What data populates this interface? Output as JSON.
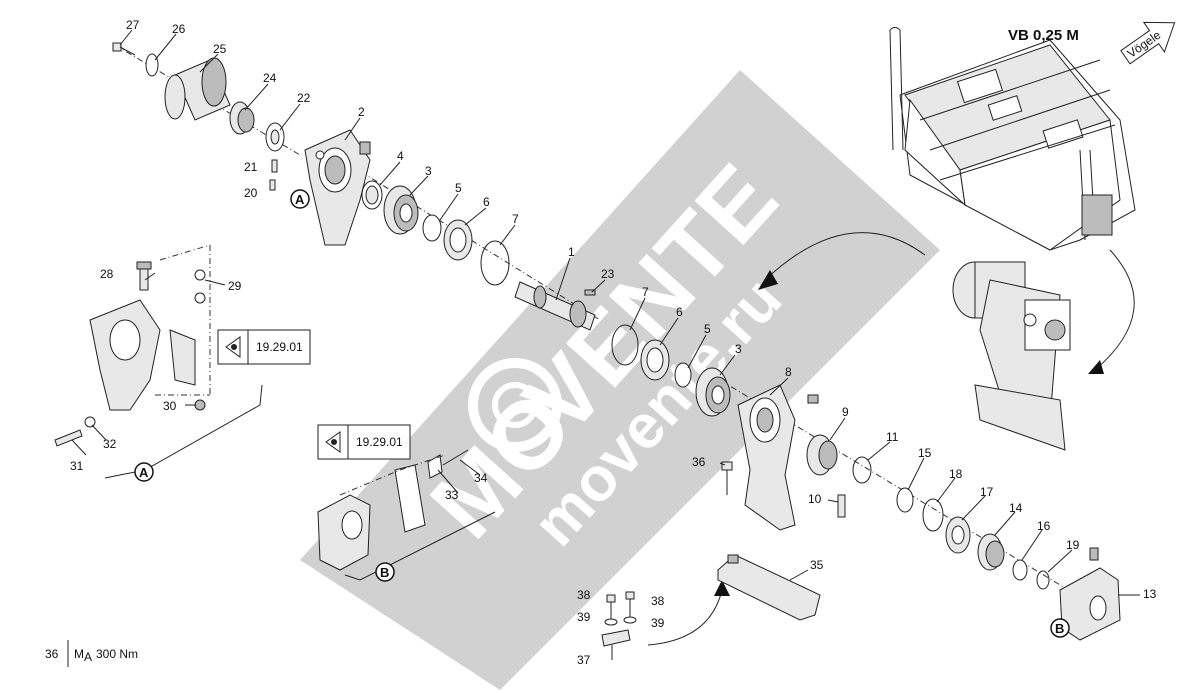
{
  "header": {
    "model": "VB 0,25 M",
    "brand_arrow": "Vögele"
  },
  "footer": {
    "page_number": "36",
    "torque": "M",
    "torque_sub": "A",
    "torque_value": "300 Nm"
  },
  "references": [
    {
      "code": "19.29.01"
    },
    {
      "code": "19.29.01"
    }
  ],
  "detail_markers": {
    "a1": "A",
    "a2": "A",
    "b1": "B",
    "b2": "B"
  },
  "part_labels": {
    "p27": "27",
    "p26": "26",
    "p25": "25",
    "p24": "24",
    "p22": "22",
    "p2": "2",
    "p4": "4",
    "p3a": "3",
    "p5a": "5",
    "p6a": "6",
    "p7a": "7",
    "p21": "21",
    "p20": "20",
    "p1": "1",
    "p23": "23",
    "p7b": "7",
    "p6b": "6",
    "p5b": "5",
    "p3b": "3",
    "p28": "28",
    "p29": "29",
    "p30": "30",
    "p31": "31",
    "p32": "32",
    "p8": "8",
    "p9": "9",
    "p11": "11",
    "p36": "36",
    "p10": "10",
    "p15": "15",
    "p18": "18",
    "p17": "17",
    "p14": "14",
    "p16": "16",
    "p19": "19",
    "p13": "13",
    "p33": "33",
    "p34": "34",
    "p35": "35",
    "p38a": "38",
    "p38b": "38",
    "p39a": "39",
    "p39b": "39",
    "p37": "37"
  },
  "watermark": {
    "word": "VENTE",
    "prefix": "MO",
    "domain": "movente.ru"
  },
  "colors": {
    "watermark_band": "#c8c8c8",
    "line": "#222222",
    "part_fill": "#e8e8e8"
  }
}
